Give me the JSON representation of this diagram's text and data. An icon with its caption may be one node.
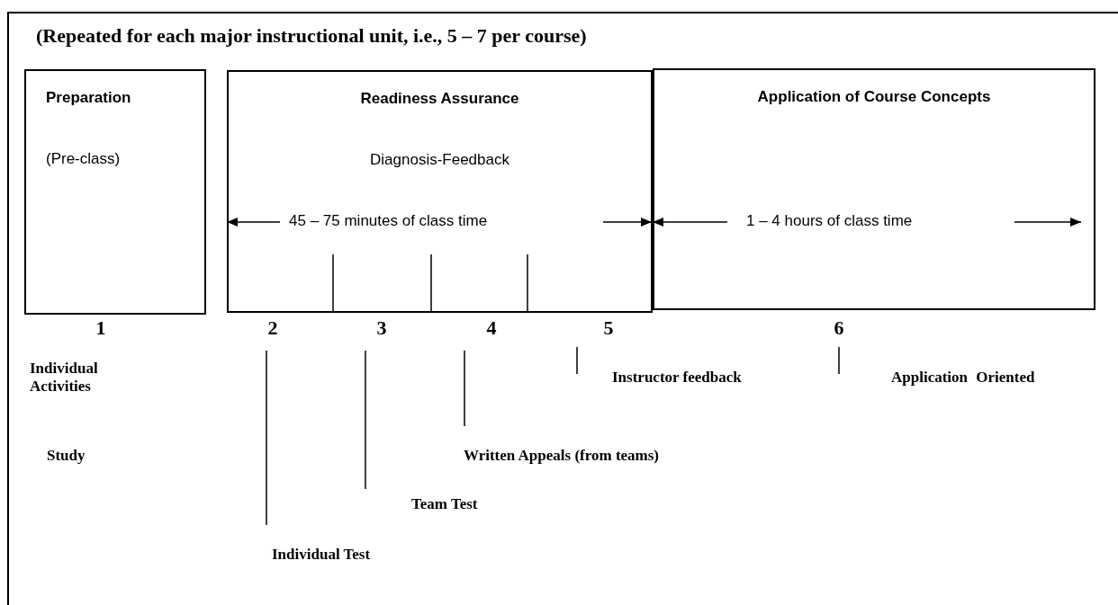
{
  "diagram": {
    "nodes": [
      {
        "text": [
          "(Repeated for each major instructional unit, i.e., 5 – 7 per course)"
        ]
      },
      {
        "text": [
          "Preparation",
          "(Pre-class)"
        ],
        "in": 0
      },
      {
        "text": [
          "Readiness Assurance",
          "Diagnosis-Feedback",
          "45 – 75 minutes of class time"
        ],
        "in": 0
      },
      {
        "text": [
          "Application of Course Concepts",
          "1 – 4 hours of class time"
        ],
        "in": 0
      }
    ],
    "edges": [],
    "labels": [
      "1",
      "2",
      "3",
      "4",
      "5",
      "6",
      "Individual Activities",
      "Instructor feedback",
      "Application Oriented",
      "Study",
      "Written Appeals (from teams)",
      "Team Test",
      "Individual Test"
    ]
  }
}
